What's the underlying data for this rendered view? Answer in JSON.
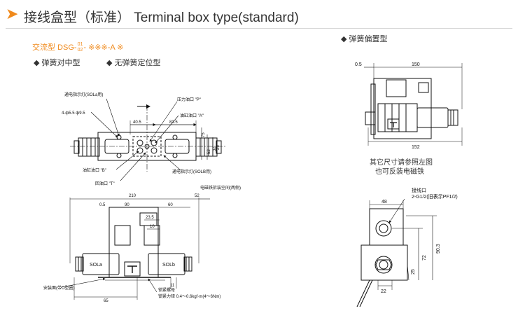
{
  "header": {
    "title": "接线盒型（标准） Terminal box type(standard)",
    "accent_color": "#f08a1c"
  },
  "model": {
    "prefix": "交流型  DSG-",
    "frac_top": "01",
    "frac_bottom": "02",
    "suffix": "- ※※※-A ※"
  },
  "options": {
    "center_spring": "◆  弹簧对中型",
    "no_spring": "◆  无弹簧定位型",
    "offset_spring": "◆  弹簧偏置型"
  },
  "notes": {
    "line1": "其它尺寸请参照左图",
    "line2": "也可反装电磁铁"
  },
  "left_top_view": {
    "callouts": {
      "sola_lamp": "通电指示灯(SOLa用)",
      "holes": "4-ф5.5  ф9.5",
      "pressure_port": "压力油口 \"P\"",
      "port_a": "油缸油口 \"A\"",
      "port_b": "油缸油口 \"B\"",
      "solb_lamp": "通电指示灯(SOLB用)",
      "return_port": "回油口 \"T\""
    },
    "dims": {
      "d40_5": "40.5",
      "d83_5": "83.5",
      "d75": "75",
      "d52": "52",
      "d32": "32",
      "d25": "25"
    }
  },
  "left_front_view": {
    "callouts": {
      "manual_mount": "电磁铁拆装空间(两侧)",
      "mount_face": "安装面(带O型圈)",
      "locknut_1": "锁紧螺母",
      "locknut_2": "锁紧力矩  0.4～0.6kgf·m(4～6Nm)"
    },
    "labels": {
      "sola": "SOLa",
      "solb": "SOLb"
    },
    "dims": {
      "d210": "210",
      "d52": "52",
      "d0_5": "0.5",
      "d90": "90",
      "d60": "60",
      "d23_5": "23.5",
      "d10": "10",
      "d11": "11",
      "d65": "65"
    }
  },
  "right_top_view": {
    "dims": {
      "d150": "150",
      "d0_5": "0.5",
      "d152": "152"
    }
  },
  "right_side_view": {
    "callouts": {
      "terminal": "接线口",
      "thread": "2-G1/2(旧表示PF1/2)"
    },
    "dims": {
      "d48": "48",
      "d72": "72",
      "d90_3": "90.3",
      "d25": "25",
      "d22": "22"
    }
  }
}
